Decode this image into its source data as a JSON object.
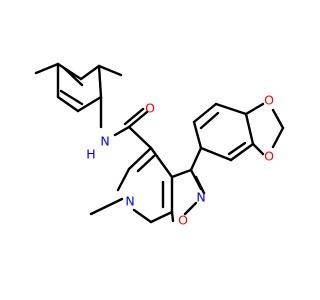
{
  "colors": {
    "bond": "#000000",
    "O": "#ff0000",
    "N": "#0000ff",
    "C": "#000000"
  },
  "atoms": [
    {
      "id": "O1",
      "element": "O",
      "label": "O"
    },
    {
      "id": "N1",
      "element": "N",
      "label": "N"
    },
    {
      "id": "N2",
      "element": "N",
      "label": "N"
    },
    {
      "id": "O2",
      "element": "O",
      "label": "O"
    },
    {
      "id": "O3",
      "element": "O",
      "label": "O"
    },
    {
      "id": "O4",
      "element": "O",
      "label": "O"
    },
    {
      "id": "NH",
      "element": "N",
      "label": "N"
    },
    {
      "id": "H",
      "element": "H",
      "label": "H"
    }
  ]
}
